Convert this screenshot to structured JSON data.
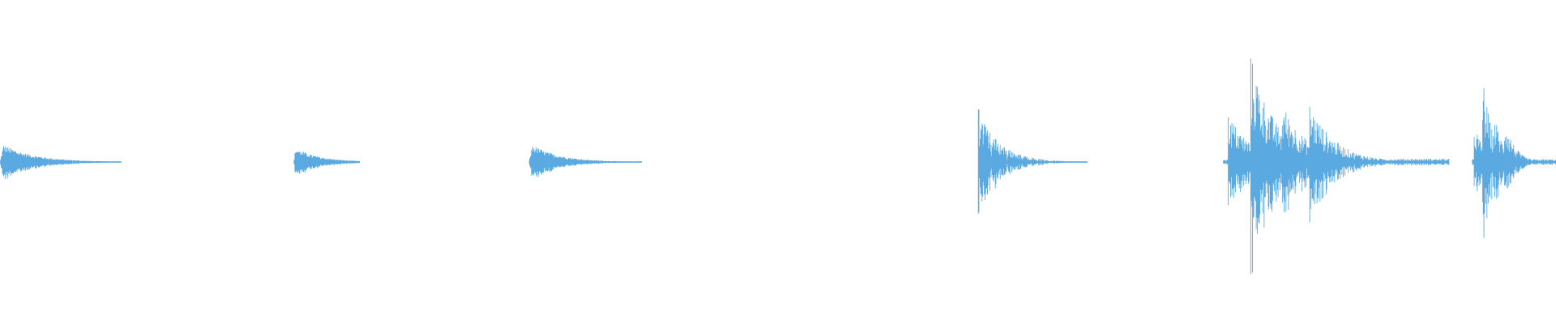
{
  "waveform": {
    "color": "#5aa9e0",
    "background": "#ffffff",
    "duration_seconds": 16.0,
    "segments": [
      {
        "start": 0.0,
        "end": 1.25,
        "peak": 0.18,
        "decay": 0.85,
        "style": "decay"
      },
      {
        "start": 3.02,
        "end": 3.7,
        "peak": 0.14,
        "decay": 0.6,
        "style": "decay"
      },
      {
        "start": 5.44,
        "end": 6.6,
        "peak": 0.18,
        "decay": 0.9,
        "style": "decay"
      },
      {
        "start": 10.06,
        "end": 11.18,
        "peak": 0.48,
        "decay": 0.85,
        "style": "burst"
      },
      {
        "start": 12.58,
        "end": 14.9,
        "peak": 1.0,
        "decay": 0.7,
        "style": "cluster"
      },
      {
        "start": 15.14,
        "end": 16.0,
        "peak": 0.84,
        "decay": 0.7,
        "style": "cluster"
      }
    ]
  }
}
